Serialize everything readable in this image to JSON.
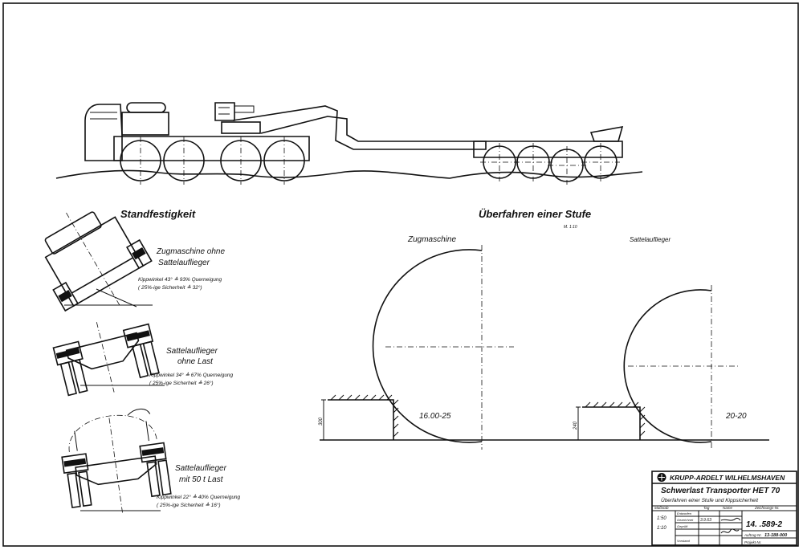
{
  "sections": {
    "stability_title": "Standfestigkeit",
    "step_title": "Überfahren einer Stufe",
    "step_scale": "M. 1:10"
  },
  "stability_cases": [
    {
      "label_line1": "Zugmaschine ohne",
      "label_line2": "Sattelauflieger",
      "note_line1": "Kippwinkel 43° ≙ 93% Querneigung",
      "note_line2": "( 25%-ige Sicherheit ≙ 32°)"
    },
    {
      "label_line1": "Sattelauflieger",
      "label_line2": "ohne Last",
      "note_line1": "Kippwinkel 34° ≙ 67% Querneigung",
      "note_line2": "( 25%-ige Sicherheit ≙ 26°)"
    },
    {
      "label_line1": "Sattelauflieger",
      "label_line2": "mit 50 t Last",
      "note_line1": "Kippwinkel 22° ≙ 40% Querneigung",
      "note_line2": "( 25%-ige Sicherheit ≙ 16°)"
    }
  ],
  "step_cases": [
    {
      "title": "Zugmaschine",
      "tire": "16.00-25",
      "step_height": "300"
    },
    {
      "title": "Sattelauflieger",
      "tire": "20-20",
      "step_height": "240"
    }
  ],
  "title_block": {
    "company": "KRUPP-ARDELT WILHELMSHAVEN",
    "title": "Schwerlast   Transporter   HET 70",
    "subtitle": "Überfahren einer Stufe und Kippsicherheit",
    "col_scale": "Maßstab",
    "col_day": "Tag",
    "col_name": "Name",
    "col_drawing": "Zeichnungs-Nr.",
    "scale_1": "1:50",
    "scale_2": "1:10",
    "row_drawn": "Entworfen",
    "row_drawn_by": "Gezeichnet",
    "row_checked": "Geprüft",
    "row_norm": "Vorstand",
    "date": "3.9.63",
    "drawing_number": "14. .589-2",
    "order_label": "Auftrag-Nr.",
    "order_number": "13-188-000",
    "project_label": "Projekt-Nr."
  }
}
